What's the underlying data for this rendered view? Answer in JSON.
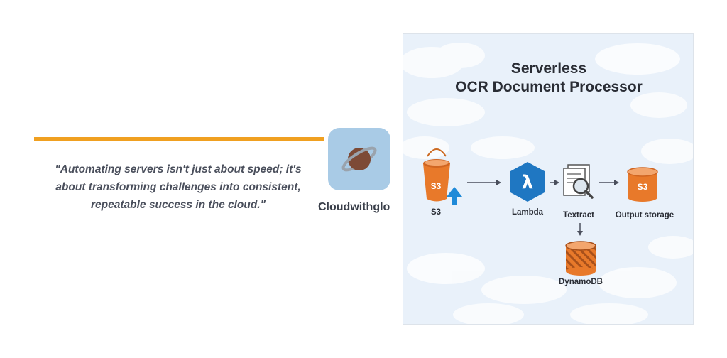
{
  "quote": {
    "text": "\"Automating servers isn't just about speed; it's about transforming challenges into consistent, repeatable success in the cloud.\""
  },
  "brand": {
    "name": "Cloudwithglo",
    "logo_icon": "planet-icon"
  },
  "diagram": {
    "title_line1": "Serverless",
    "title_line2": "OCR Document Processor",
    "nodes": {
      "s3_source": {
        "label": "S3",
        "badge": "S3",
        "icon": "s3-bucket-icon"
      },
      "lambda": {
        "label": "Lambda",
        "icon": "lambda-icon"
      },
      "textract": {
        "label": "Textract",
        "icon": "document-scan-icon"
      },
      "output": {
        "label": "Output storage",
        "badge": "S3",
        "icon": "s3-bucket-icon"
      },
      "dynamodb": {
        "label": "DynamoDB",
        "icon": "database-icon"
      }
    }
  },
  "colors": {
    "accent": "#f0a020",
    "aws_orange": "#e8792a",
    "lambda_blue": "#1f77c2",
    "text_dark": "#2a2d35",
    "quote_text": "#4a4f5c"
  }
}
